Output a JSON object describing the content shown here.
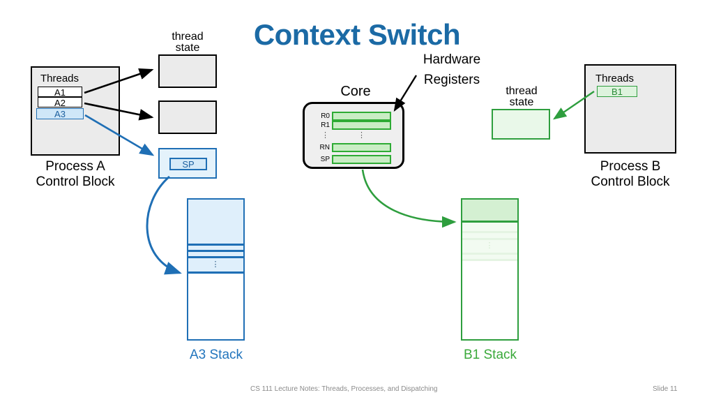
{
  "slide": {
    "title": "Context Switch",
    "title_color": "#1b6aa5",
    "background": "#ffffff"
  },
  "process_a": {
    "block_label_line1": "Process A",
    "block_label_line2": "Control Block",
    "threads_header": "Threads",
    "threads": [
      {
        "name": "A1",
        "state": "normal"
      },
      {
        "name": "A2",
        "state": "normal"
      },
      {
        "name": "A3",
        "state": "selected"
      }
    ],
    "accent_color": "#1f6fb5",
    "block_fill": "#ebebeb",
    "block_border": "#000000"
  },
  "process_b": {
    "block_label_line1": "Process B",
    "block_label_line2": "Control Block",
    "threads_header": "Threads",
    "threads": [
      {
        "name": "B1",
        "state": "selected"
      }
    ],
    "accent_color": "#2e9e3e",
    "block_fill": "#ebebeb",
    "block_border": "#000000"
  },
  "thread_state": {
    "label_line1": "thread",
    "label_line2": "state",
    "a_boxes": 2,
    "b_boxes": 1,
    "gray_fill": "#ebebeb",
    "green_fill": "#e9f8e9"
  },
  "saved_context": {
    "sp_label": "SP",
    "accent_color": "#1f6fb5"
  },
  "core": {
    "label": "Core",
    "hardware_registers_line1": "Hardware",
    "hardware_registers_line2": "Registers",
    "registers": [
      "R0",
      "R1",
      "RN",
      "SP"
    ],
    "ellipsis": "⋮",
    "register_fill": "#c9edc4",
    "register_border": "#2eab34",
    "box_fill": "#efefef",
    "box_border": "#000000"
  },
  "stacks": [
    {
      "caption": "A3 Stack",
      "color": "#2275bd",
      "ellipsis": "⋮"
    },
    {
      "caption": "B1 Stack",
      "color": "#3aa93a",
      "ellipsis": "⋮"
    }
  ],
  "footer": {
    "course_note": "CS 111 Lecture Notes: Threads, Processes, and Dispatching",
    "slide_number": "Slide 11",
    "color": "#8a8a8a"
  }
}
